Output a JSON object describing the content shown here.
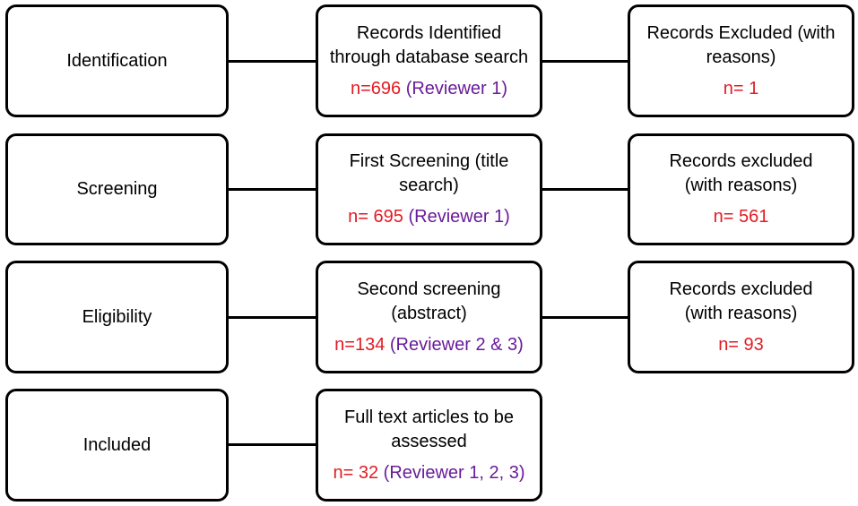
{
  "rows": [
    {
      "stage": "Identification",
      "mid_lines": [
        "Records Identified",
        "through database search"
      ],
      "mid_count": "n=696",
      "mid_reviewer": "(Reviewer 1)",
      "excl_lines": [
        "Records Excluded (with",
        "reasons)"
      ],
      "excl_count": "n= 1"
    },
    {
      "stage": "Screening",
      "mid_lines": [
        "First Screening (title",
        "search)"
      ],
      "mid_count": "n= 695",
      "mid_reviewer": "(Reviewer 1)",
      "excl_lines": [
        "Records excluded",
        "(with reasons)"
      ],
      "excl_count": "n= 561"
    },
    {
      "stage": "Eligibility",
      "mid_lines": [
        "Second screening",
        "(abstract)"
      ],
      "mid_count": "n=134",
      "mid_reviewer": "(Reviewer 2 & 3)",
      "excl_lines": [
        "Records excluded",
        "(with reasons)"
      ],
      "excl_count": "n= 93"
    },
    {
      "stage": "Included",
      "mid_lines": [
        "Full text articles to be",
        "assessed"
      ],
      "mid_count": "n= 32",
      "mid_reviewer": "(Reviewer 1, 2, 3)"
    }
  ],
  "colors": {
    "count": "#e31b23",
    "reviewer": "#6a1b9a",
    "border": "#000000"
  }
}
